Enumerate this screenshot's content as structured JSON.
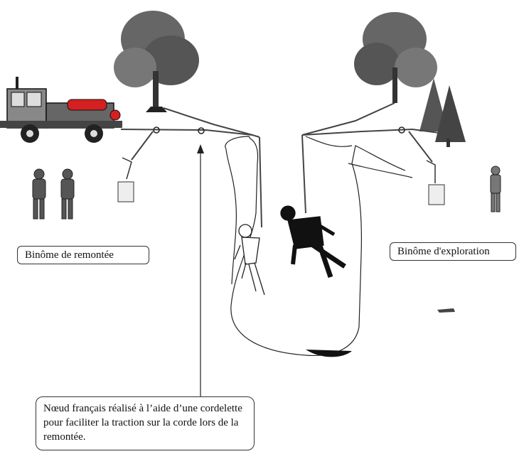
{
  "labels": {
    "remontee": "Binôme de remontée",
    "exploration": "Binôme d'exploration",
    "noeud": "Nœud français réalisé à l’aide d’une cordelette pour faciliter la traction sur la corde lors de la remontée."
  },
  "colors": {
    "ink": "#111111",
    "rope": "#444444",
    "truck_red": "#d42020",
    "truck_body": "#555555"
  },
  "icons": {
    "truck": "rescue-truck-icon",
    "tree": "tree-icon",
    "person": "rescuer-person-icon"
  }
}
